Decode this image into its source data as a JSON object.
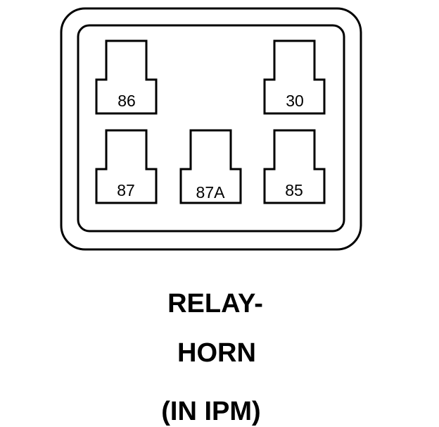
{
  "connector": {
    "terminals": [
      {
        "id": "t86",
        "label": "86"
      },
      {
        "id": "t30",
        "label": "30"
      },
      {
        "id": "t87",
        "label": "87"
      },
      {
        "id": "t87a",
        "label": "87A"
      },
      {
        "id": "t85",
        "label": "85"
      }
    ]
  },
  "caption": {
    "line1": "RELAY-",
    "line2": "HORN",
    "line3": "(IN IPM)"
  }
}
